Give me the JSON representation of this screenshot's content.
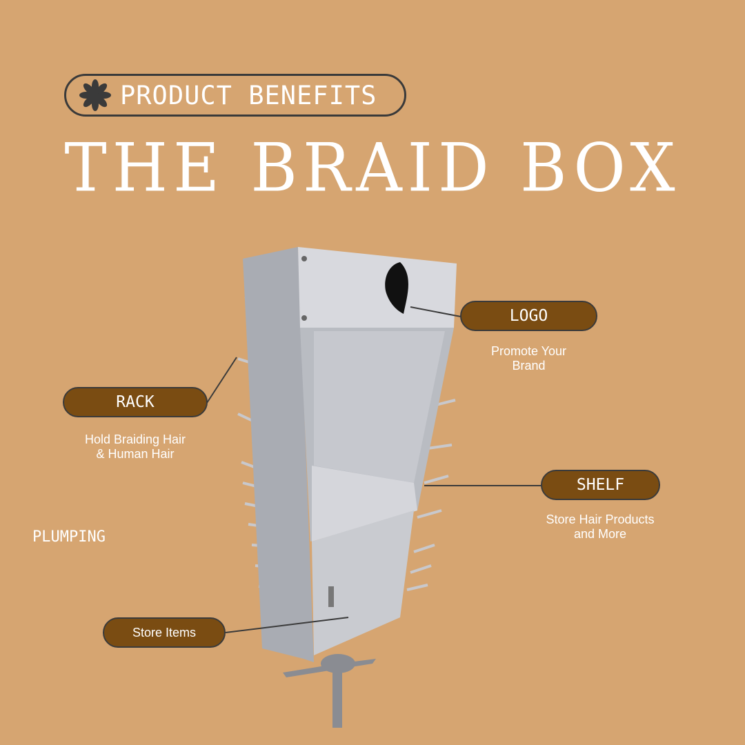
{
  "header": {
    "badge_label": "PRODUCT BENEFITS",
    "title": "THE BRAID BOX"
  },
  "callouts": {
    "logo": {
      "label": "LOGO",
      "description_line1": "Promote Your",
      "description_line2": "Brand"
    },
    "rack": {
      "label": "RACK",
      "description_line1": "Hold Braiding Hair",
      "description_line2": "& Human Hair"
    },
    "shelf": {
      "label": "SHELF",
      "description_line1": "Store Hair Products",
      "description_line2": "and More"
    },
    "storage": {
      "label": "Store Items"
    }
  },
  "side_text": "PLUMPING",
  "colors": {
    "background": "#D6A571",
    "pill": "#7A4C12",
    "outline": "#3a3a3a"
  }
}
